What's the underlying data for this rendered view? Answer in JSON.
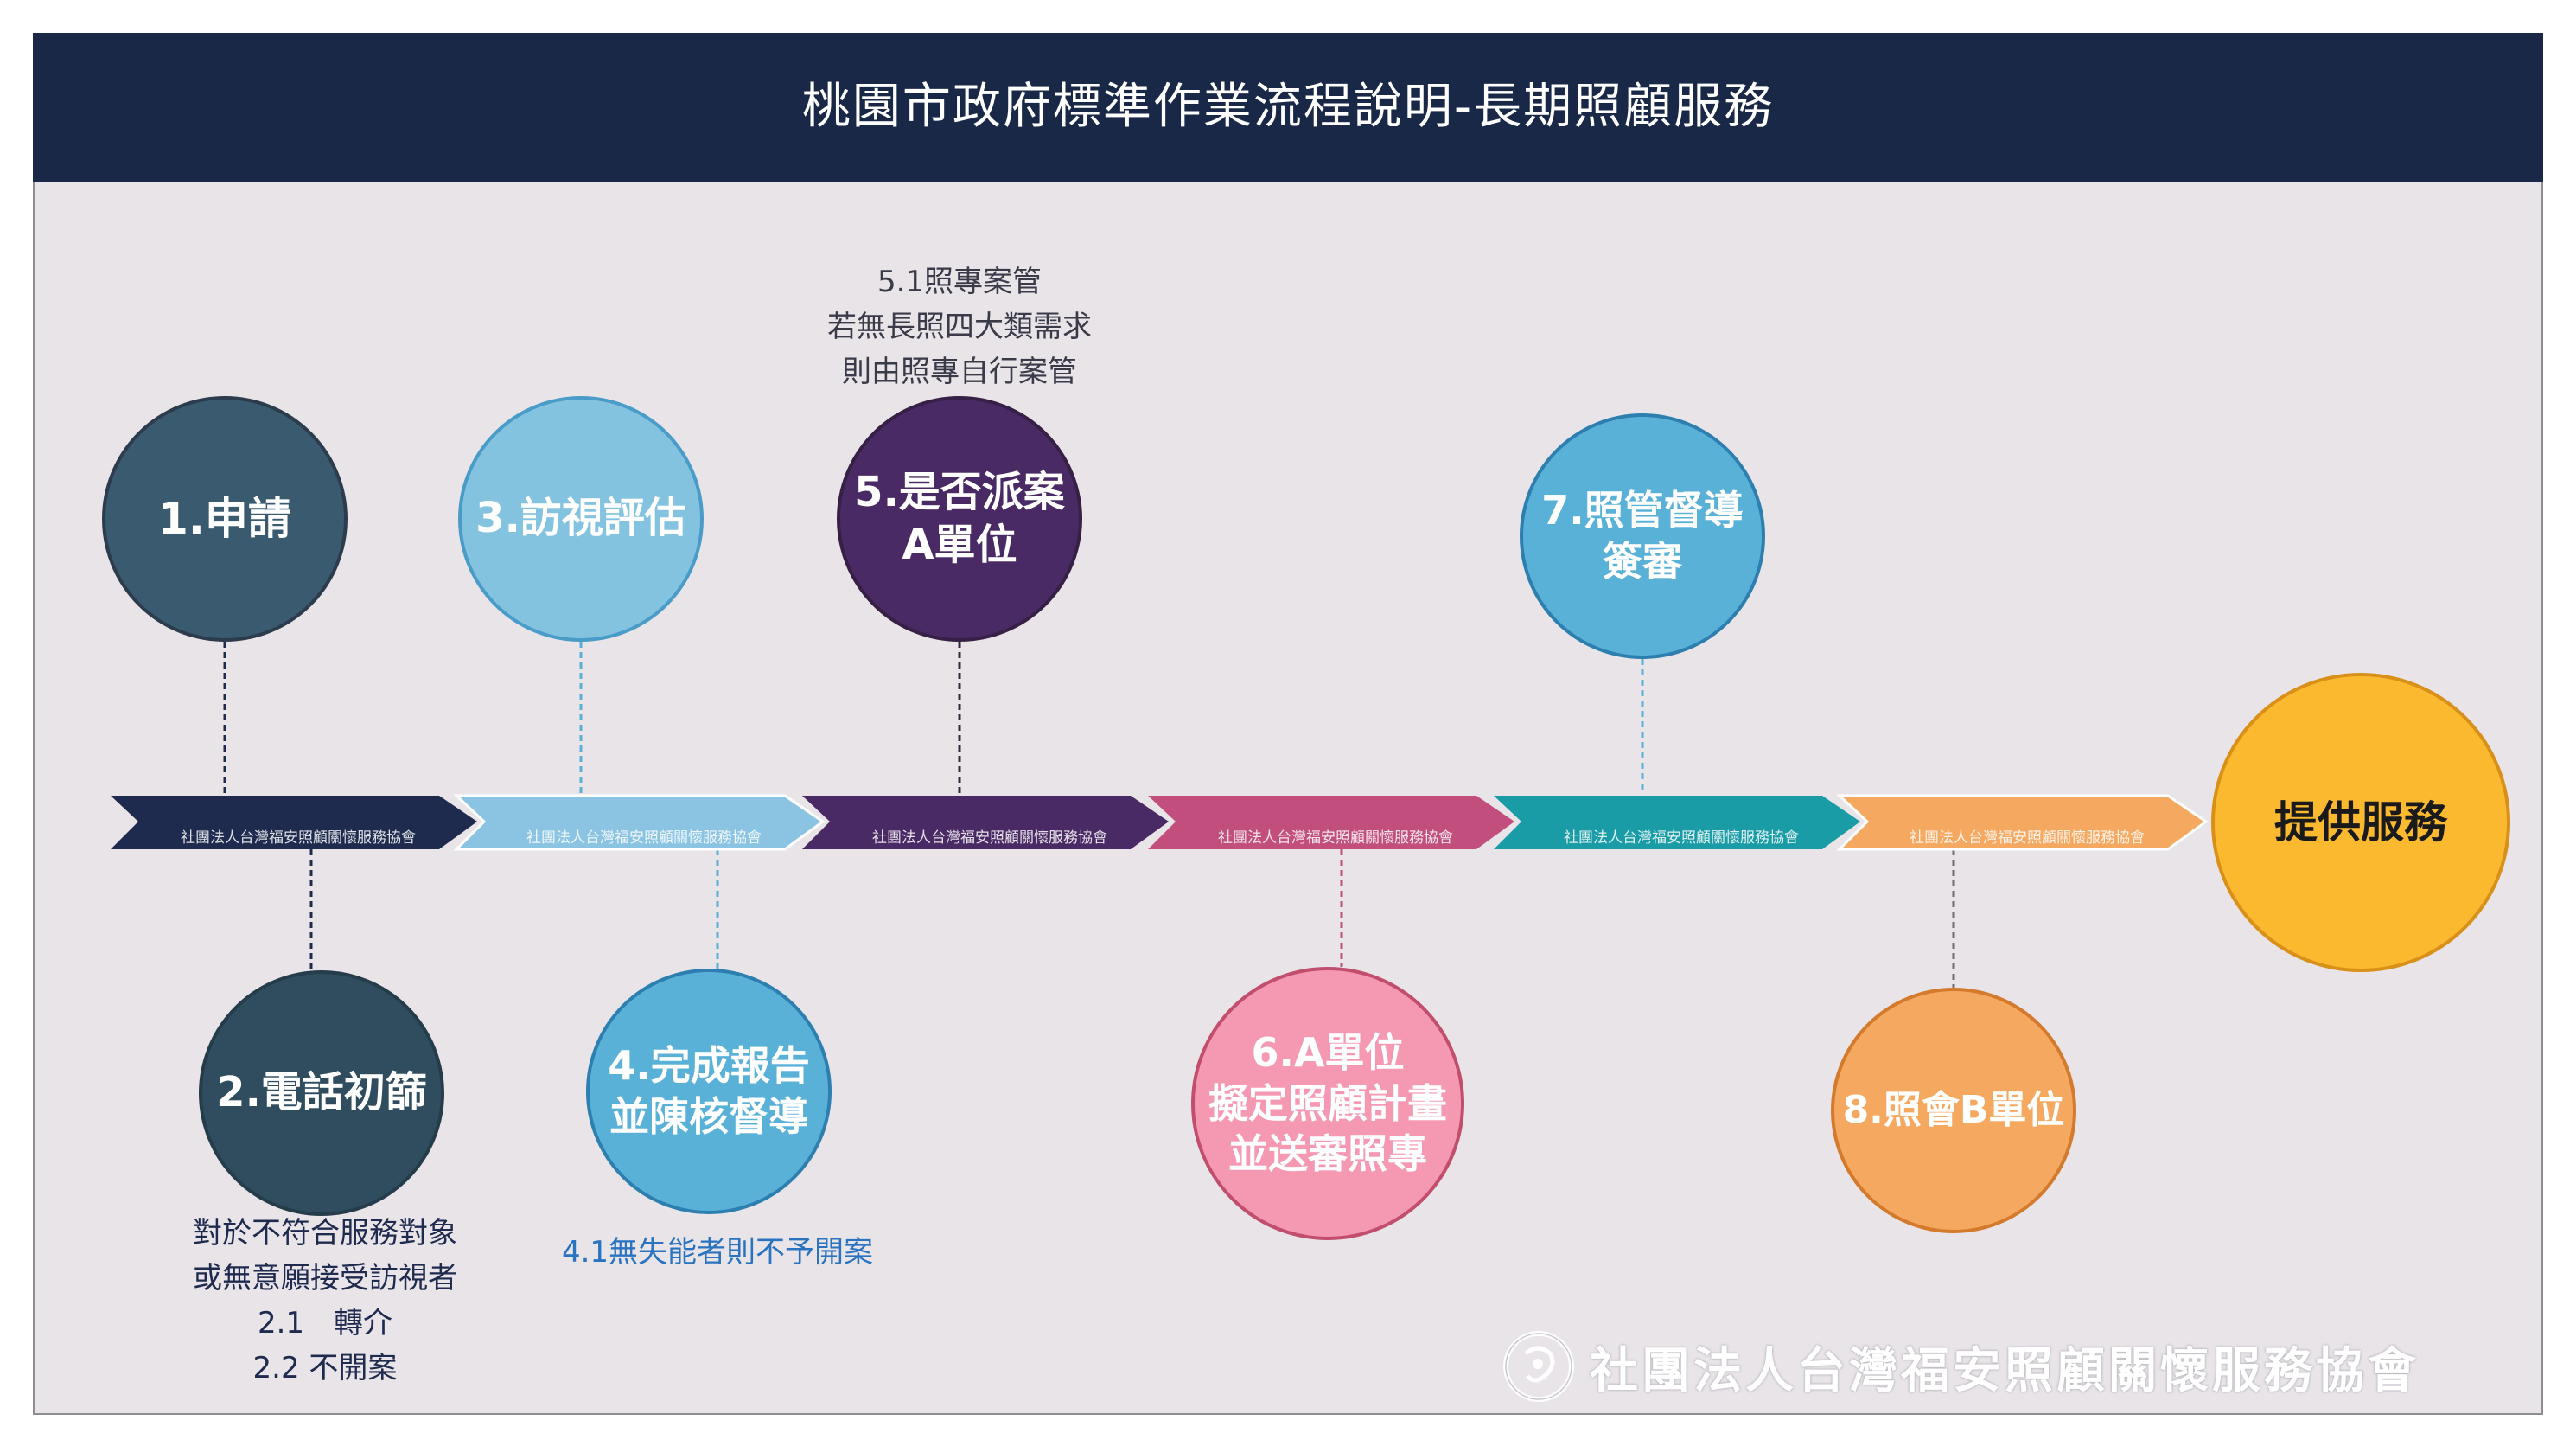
{
  "title": "桃園市政府標準作業流程說明-長期照顧服務",
  "arrow_label": "社團法人台灣福安照顧關懷服務協會",
  "steps": {
    "s1": {
      "lines": [
        "1.申請"
      ],
      "color": "#3a5a70"
    },
    "s2": {
      "lines": [
        "2.電話初篩"
      ],
      "color": "#2f4d5f"
    },
    "s3": {
      "lines": [
        "3.訪視評估"
      ],
      "color": "#84c3e0"
    },
    "s4": {
      "lines": [
        "4.完成報告",
        "並陳核督導"
      ],
      "color": "#5ab1d8"
    },
    "s5": {
      "lines": [
        "5.是否派案",
        "A單位"
      ],
      "color": "#4a2a64"
    },
    "s6": {
      "lines": [
        "6.A單位",
        "擬定照顧計畫",
        "並送審照專"
      ],
      "color": "#f599b2"
    },
    "s7": {
      "lines": [
        "7.照管督導",
        "簽審"
      ],
      "color": "#5ab1d8"
    },
    "s8": {
      "lines": [
        "8.照會B單位"
      ],
      "color": "#f5a860"
    },
    "final": {
      "lines": [
        "提供服務"
      ],
      "color": "#fbb930"
    }
  },
  "notes": {
    "n5": [
      "5.1照專案管",
      "若無長照四大類需求",
      "則由照專自行案管"
    ],
    "n2": [
      "對於不符合服務對象",
      "或無意願接受訪視者",
      "2.1　轉介",
      "2.2 不開案"
    ],
    "n4": [
      "4.1無失能者則不予開案"
    ]
  },
  "arrow_colors": [
    "#1e2a4e",
    "#8ac4e2",
    "#4a2a64",
    "#c24e7e",
    "#199ca6",
    "#f5a860"
  ],
  "footer": "社團法人台灣福安照顧關懷服務協會",
  "colors": {
    "title_bg": "#1a2848",
    "frame_bg": "#e8e4e8",
    "note_blue": "#2a73c0"
  }
}
